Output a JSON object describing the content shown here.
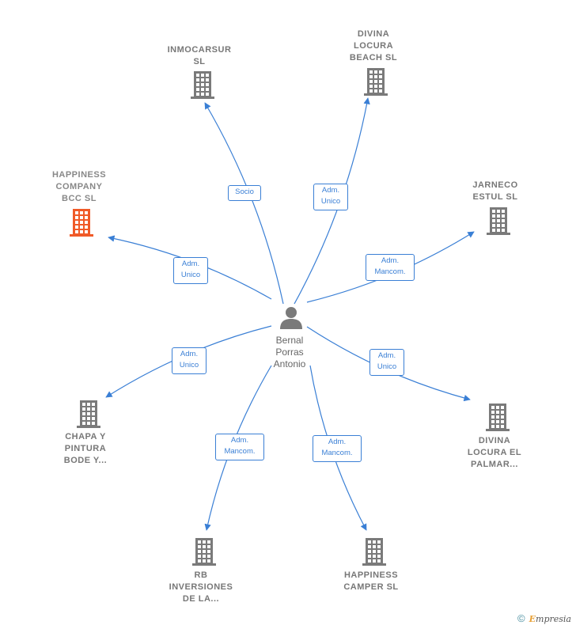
{
  "center": {
    "name": "Bernal\nPorras\nAntonio",
    "icon": "person-icon"
  },
  "companies": [
    {
      "id": "inmocarsur",
      "label": "INMOCARSUR\nSL",
      "highlight": false
    },
    {
      "id": "divina-locura-beach",
      "label": "DIVINA\nLOCURA\nBEACH  SL",
      "highlight": false
    },
    {
      "id": "happiness-company",
      "label": "HAPPINESS\nCOMPANY\nBCC  SL",
      "highlight": true
    },
    {
      "id": "jarneco-estul",
      "label": "JARNECO\nESTUL  SL",
      "highlight": false
    },
    {
      "id": "chapa-y-pintura",
      "label": "CHAPA Y\nPINTURA\nBODE Y...",
      "highlight": false
    },
    {
      "id": "divina-locura-palmar",
      "label": "DIVINA\nLOCURA EL\nPALMAR...",
      "highlight": false
    },
    {
      "id": "rb-inversiones",
      "label": "RB\nINVERSIONES\nDE LA...",
      "highlight": false
    },
    {
      "id": "happiness-camper",
      "label": "HAPPINESS\nCAMPER  SL",
      "highlight": false
    }
  ],
  "relations": [
    {
      "to": "inmocarsur",
      "label": "Socio"
    },
    {
      "to": "divina-locura-beach",
      "label": "Adm.\nUnico"
    },
    {
      "to": "happiness-company",
      "label": "Adm.\nUnico"
    },
    {
      "to": "jarneco-estul",
      "label": "Adm.\nMancom."
    },
    {
      "to": "chapa-y-pintura",
      "label": "Adm.\nUnico"
    },
    {
      "to": "divina-locura-palmar",
      "label": "Adm.\nUnico"
    },
    {
      "to": "rb-inversiones",
      "label": "Adm.\nMancom."
    },
    {
      "to": "happiness-camper",
      "label": "Adm.\nMancom."
    }
  ],
  "colors": {
    "edge": "#3a7fd5",
    "building": "#7a7a7a",
    "building_highlight": "#f05a28",
    "person": "#7a7a7a"
  },
  "footer": {
    "copyright": "©",
    "brand_initial": "E",
    "brand_rest": "mpresia"
  }
}
